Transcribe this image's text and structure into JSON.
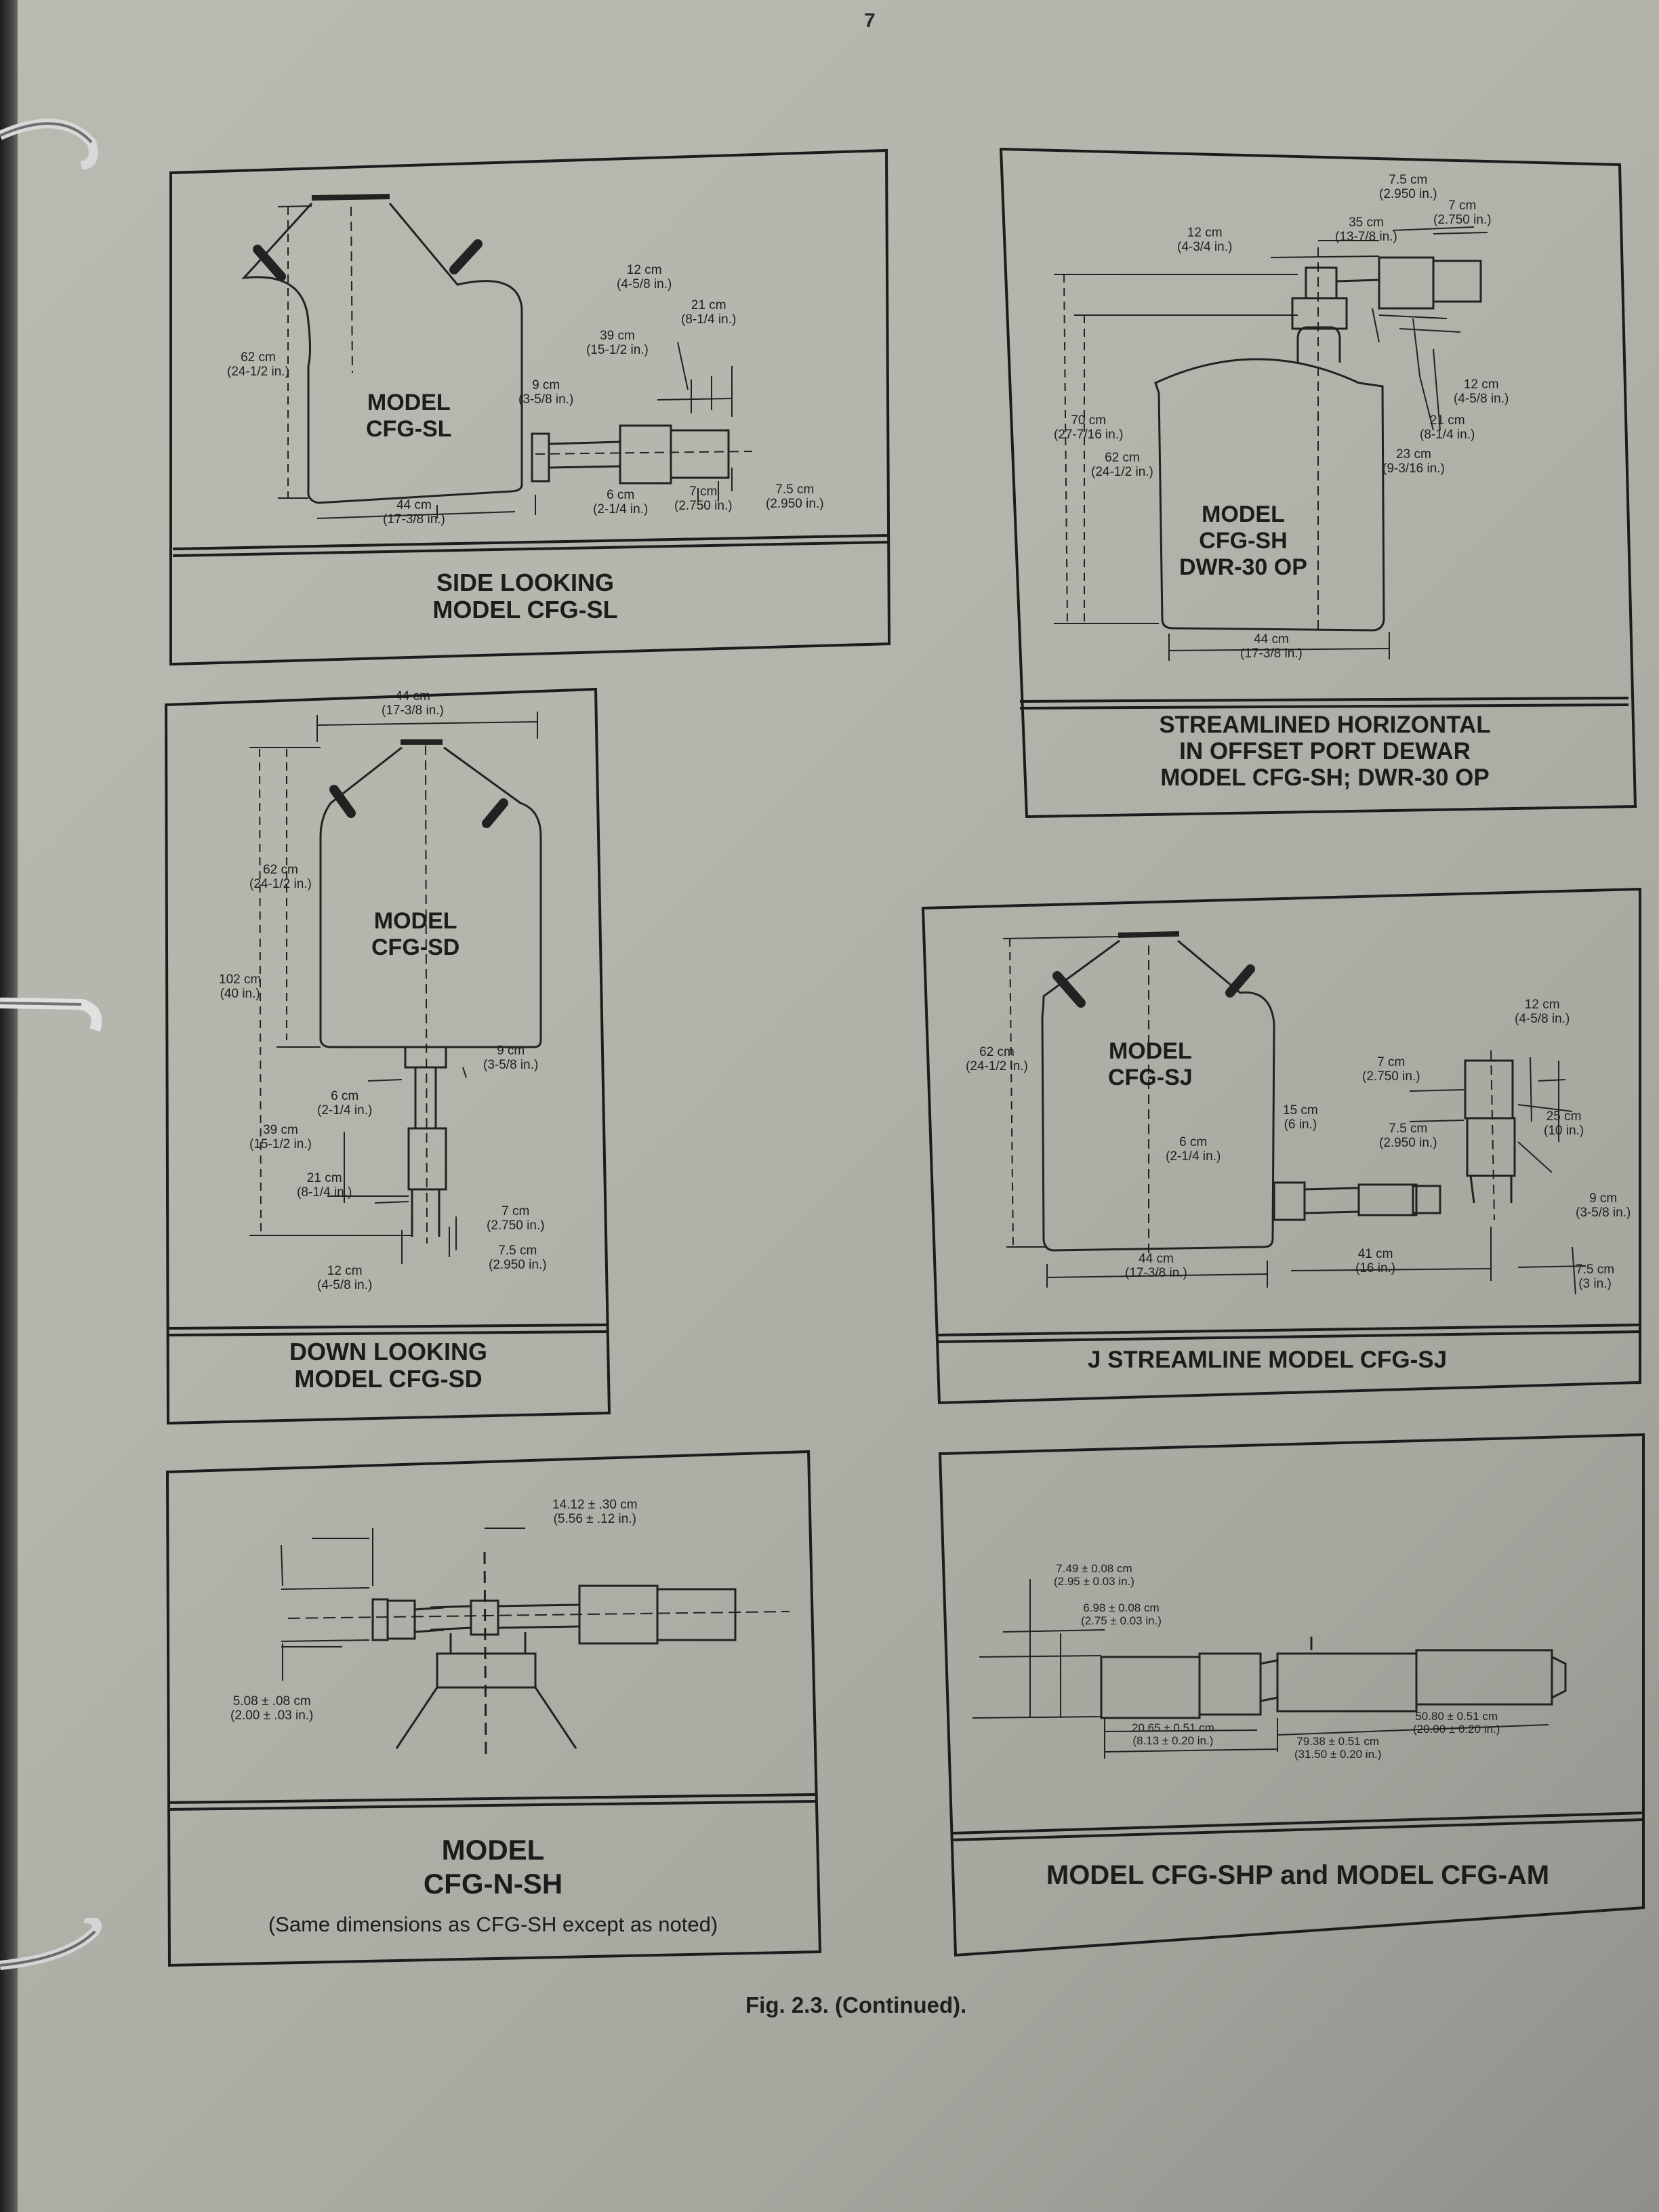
{
  "page_number": "7",
  "figure_caption": "Fig. 2.3.  (Continued).",
  "panels": {
    "sl": {
      "model_label": [
        "MODEL",
        "CFG-SL"
      ],
      "caption": [
        "SIDE LOOKING",
        "MODEL CFG-SL"
      ],
      "dims": {
        "h62": [
          "62 cm",
          "(24-1/2 in.)"
        ],
        "w44": [
          "44 cm",
          "(17-3/8 in.)"
        ],
        "d12": [
          "12 cm",
          "(4-5/8 in.)"
        ],
        "d21": [
          "21 cm",
          "(8-1/4 in.)"
        ],
        "d39": [
          "39 cm",
          "(15-1/2 in.)"
        ],
        "d9": [
          "9 cm",
          "(3-5/8 in.)"
        ],
        "d6": [
          "6 cm",
          "(2-1/4 in.)"
        ],
        "d7": [
          "7 cm",
          "(2.750 in.)"
        ],
        "d75": [
          "7.5 cm",
          "(2.950 in.)"
        ]
      }
    },
    "sh": {
      "model_label": [
        "MODEL",
        "CFG-SH",
        "DWR-30 OP"
      ],
      "caption": [
        "STREAMLINED HORIZONTAL",
        "IN OFFSET PORT DEWAR",
        "MODEL CFG-SH; DWR-30 OP"
      ],
      "dims": {
        "d75": [
          "7.5 cm",
          "(2.950 in.)"
        ],
        "d7": [
          "7 cm",
          "(2.750 in.)"
        ],
        "d12top": [
          "12 cm",
          "(4-3/4 in.)"
        ],
        "d35": [
          "35 cm",
          "(13-7/8 in.)"
        ],
        "d12": [
          "12 cm",
          "(4-5/8 in.)"
        ],
        "d21": [
          "21 cm",
          "(8-1/4 in.)"
        ],
        "d23": [
          "23 cm",
          "(9-3/16 in.)"
        ],
        "h70": [
          "70 cm",
          "(27-7/16 in.)"
        ],
        "h62": [
          "62 cm",
          "(24-1/2 in.)"
        ],
        "w44": [
          "44 cm",
          "(17-3/8 in.)"
        ]
      }
    },
    "sd": {
      "model_label": [
        "MODEL",
        "CFG-SD"
      ],
      "caption": [
        "DOWN LOOKING",
        "MODEL CFG-SD"
      ],
      "dims": {
        "w44": [
          "44 cm",
          "(17-3/8 in.)"
        ],
        "h62": [
          "62 cm",
          "(24-1/2 in.)"
        ],
        "h102": [
          "102 cm",
          "(40 in.)"
        ],
        "d9": [
          "9 cm",
          "(3-5/8 in.)"
        ],
        "d6": [
          "6 cm",
          "(2-1/4 in.)"
        ],
        "d39": [
          "39 cm",
          "(15-1/2 in.)"
        ],
        "d21": [
          "21 cm",
          "(8-1/4 in.)"
        ],
        "d7": [
          "7 cm",
          "(2.750 in.)"
        ],
        "d75": [
          "7.5 cm",
          "(2.950 in.)"
        ],
        "d12": [
          "12 cm",
          "(4-5/8 in.)"
        ]
      }
    },
    "sj": {
      "model_label": [
        "MODEL",
        "CFG-SJ"
      ],
      "caption": [
        "J STREAMLINE MODEL CFG-SJ"
      ],
      "dims": {
        "h62": [
          "62 cm",
          "(24-1/2 in.)"
        ],
        "d12": [
          "12 cm",
          "(4-5/8 in.)"
        ],
        "d7": [
          "7 cm",
          "(2.750 in.)"
        ],
        "d25": [
          "25 cm",
          "(10 in.)"
        ],
        "d15": [
          "15 cm",
          "(6 in.)"
        ],
        "d75": [
          "7.5 cm",
          "(2.950 in.)"
        ],
        "d6": [
          "6 cm",
          "(2-1/4 in.)"
        ],
        "d9": [
          "9 cm",
          "(3-5/8 in.)"
        ],
        "w44": [
          "44 cm",
          "(17-3/8 in.)"
        ],
        "d41": [
          "41 cm",
          "(16 in.)"
        ],
        "d75b": [
          "7.5 cm",
          "(3 in.)"
        ]
      }
    },
    "nsh": {
      "caption": [
        "MODEL",
        "CFG-N-SH"
      ],
      "note": "(Same dimensions as CFG-SH except as noted)",
      "dims": {
        "d14": [
          "14.12 ± .30 cm",
          "(5.56 ± .12 in.)"
        ],
        "d508": [
          "5.08 ± .08 cm",
          "(2.00 ± .03 in.)"
        ]
      }
    },
    "shp": {
      "caption": [
        "MODEL CFG-SHP and MODEL CFG-AM"
      ],
      "dims": {
        "d749": [
          "7.49 ± 0.08 cm",
          "(2.95 ± 0.03 in.)"
        ],
        "d698": [
          "6.98 ± 0.08 cm",
          "(2.75 ± 0.03 in.)"
        ],
        "d2065": [
          "20.65 ± 0.51 cm",
          "(8.13 ± 0.20 in.)"
        ],
        "d7938": [
          "79.38 ± 0.51 cm",
          "(31.50 ± 0.20 in.)"
        ],
        "d5080": [
          "50.80 ± 0.51 cm",
          "(20.00 ± 0.20 in.)"
        ]
      }
    }
  }
}
